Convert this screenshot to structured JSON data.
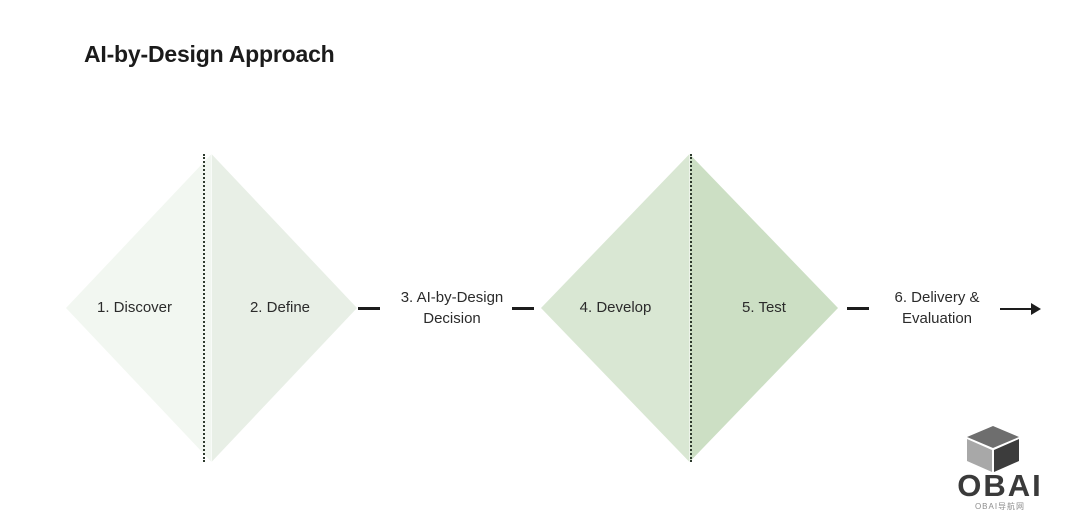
{
  "page": {
    "title": "AI-by-Design Approach",
    "background_color": "#ffffff",
    "text_color": "#2b2b2b"
  },
  "diagram": {
    "type": "double-diamond",
    "phases": [
      {
        "id": "discover",
        "label": "1. Discover",
        "diamond": "first",
        "side": "left",
        "fill_color": "#f2f7f1"
      },
      {
        "id": "define",
        "label": "2. Define",
        "diamond": "first",
        "side": "right",
        "fill_color": "#e8efe6"
      },
      {
        "id": "ai-by-design-decision",
        "label_line1": "3. AI-by-Design",
        "label_line2": "Decision",
        "diamond": "none",
        "side": "gate",
        "fill_color": "#ffffff"
      },
      {
        "id": "develop",
        "label": "4. Develop",
        "diamond": "second",
        "side": "left",
        "fill_color": "#d9e7d3"
      },
      {
        "id": "test",
        "label": "5. Test",
        "diamond": "second",
        "side": "right",
        "fill_color": "#ccdfc4"
      },
      {
        "id": "delivery-evaluation",
        "label_line1": "6. Delivery &",
        "label_line2": "Evaluation",
        "diamond": "none",
        "side": "gate",
        "fill_color": "#ffffff"
      }
    ],
    "connectors": {
      "dash_color": "#1d1d1d",
      "divider_style": "dotted",
      "divider_color": "#2e3b2e",
      "arrow_direction": "right"
    }
  },
  "watermark": {
    "wordmark": "OBAI",
    "subtext": "OBAI导航网",
    "cube_colors": {
      "left_face": "#a8a8a8",
      "top_face": "#6e6e6e",
      "right_face": "#3c3c3c"
    },
    "wordmark_color": "#3a3a3a",
    "subtext_color": "#8e8e8e"
  }
}
